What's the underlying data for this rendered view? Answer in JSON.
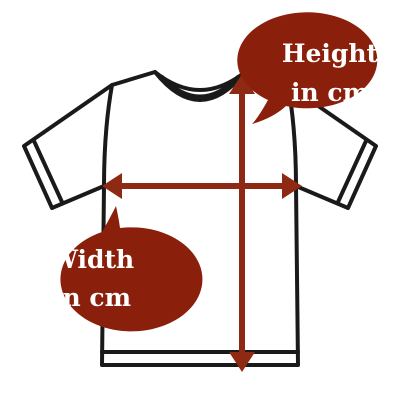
{
  "diagram": {
    "height_label": [
      "Height",
      "in cm"
    ],
    "width_label": [
      "Width",
      "in cm"
    ]
  },
  "colors": {
    "arrow": "#8e2a14",
    "bubble": "#8a1f0b",
    "outline": "#1a1a1a",
    "shirt": "#ffffff",
    "label_text": "#ffffff"
  }
}
